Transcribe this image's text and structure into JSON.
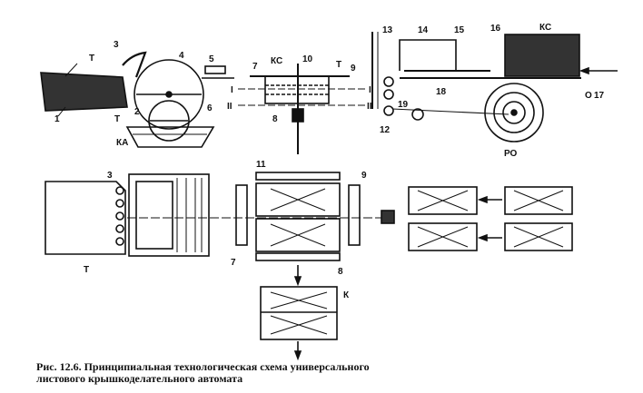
{
  "caption": {
    "line1": "Рис. 12.6. Принципиальная технологическая схема универсального",
    "line2": "листового крышкоделательного автомата"
  },
  "labels": {
    "n1": "1",
    "n2": "2",
    "n3": "3",
    "n4": "4",
    "n5": "5",
    "n6": "6",
    "n7": "7",
    "n8": "8",
    "n9": "9",
    "n10": "10",
    "n11": "11",
    "n12": "12",
    "n13": "13",
    "n14": "14",
    "n15": "15",
    "n16": "16",
    "n17": "17",
    "n18": "18",
    "n19": "19",
    "t": "Т",
    "ks": "КС",
    "ka": "КА",
    "ro": "РО",
    "o": "О",
    "k": "К",
    "roman1": "I",
    "roman2": "II"
  },
  "colors": {
    "ink": "#111111",
    "paper": "#ffffff"
  }
}
